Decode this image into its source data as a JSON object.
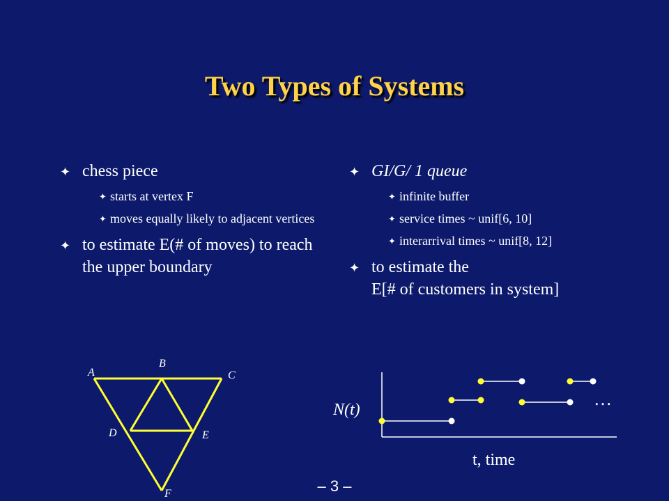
{
  "title": "Two Types of Systems",
  "left": {
    "bullet1": "chess piece",
    "sub": [
      "starts at vertex F",
      "moves equally likely to adjacent vertices"
    ],
    "bullet2": "to estimate E(# of moves) to reach the upper boundary"
  },
  "right": {
    "bullet1": "GI/G/ 1 queue",
    "sub": [
      "infinite buffer",
      "service times ~ unif[6, 10]",
      "interarrival times ~ unif[8, 12]"
    ],
    "bullet2_line1": "to estimate the",
    "bullet2_line2": "E[# of customers in system]"
  },
  "triangle": {
    "labels": {
      "A": "A",
      "B": "B",
      "C": "C",
      "D": "D",
      "E": "E",
      "F": "F"
    },
    "line_color": "#ffff33",
    "label_color": "#ffffff"
  },
  "step_plot": {
    "ylabel": "N(t)",
    "xlabel": "t, time",
    "ellipsis": "…",
    "dot_color": "#ffff33"
  },
  "slide_number": "– 3 –",
  "icons": {
    "bullet": "four-point-star-icon"
  },
  "colors": {
    "background": "#0d1a6b",
    "title": "#ffd24a",
    "text": "#ffffff"
  }
}
